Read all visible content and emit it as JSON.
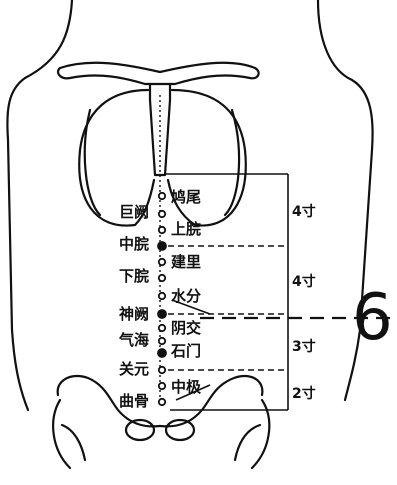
{
  "points_left": [
    "巨阙",
    "中脘",
    "下脘",
    "神阙",
    "气海",
    "关元",
    "曲骨"
  ],
  "points_right": [
    "鸠尾",
    "上脘",
    "建里",
    "水分",
    "阴交",
    "石门",
    "中极"
  ],
  "measurements": [
    "4寸",
    "4寸",
    "3寸",
    "2寸"
  ],
  "marker": "6"
}
